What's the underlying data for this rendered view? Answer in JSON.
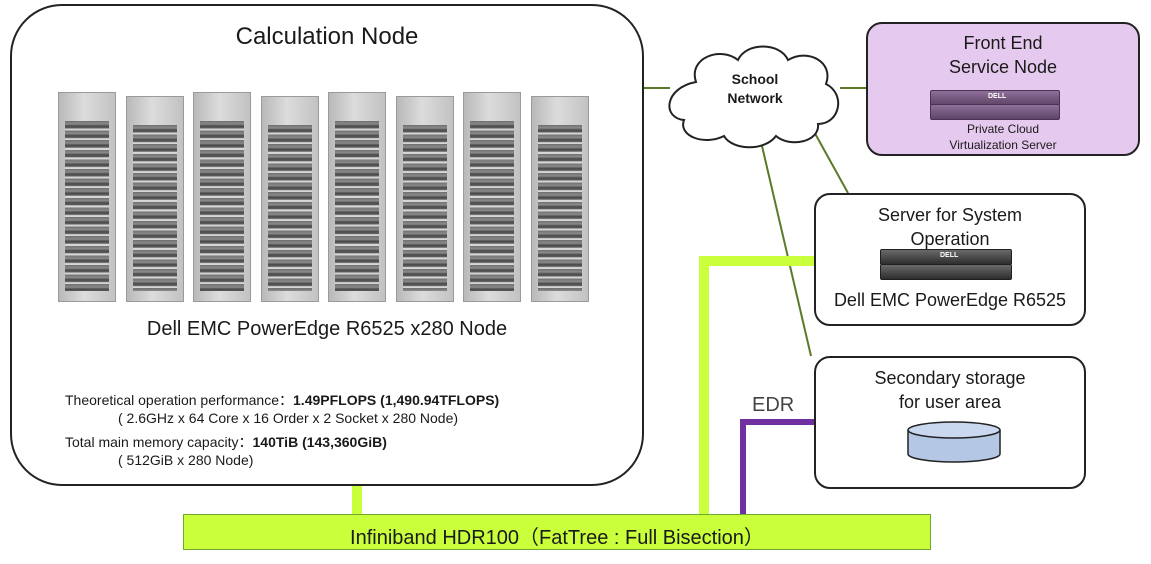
{
  "calculation_node": {
    "title": "Calculation Node",
    "rack_count": 8,
    "model": "Dell EMC PowerEdge R6525 x280 Node",
    "perf_label": "Theoretical operation performance：",
    "perf_value": "1.49PFLOPS (1,490.94TFLOPS)",
    "perf_detail": "( 2.6GHz x 64 Core x 16 Order x 2 Socket x 280 Node)",
    "mem_label": "Total main memory capacity：",
    "mem_value": "140TiB (143,360GiB)",
    "mem_detail": "( 512GiB x 280 Node)"
  },
  "school_network": {
    "line1": "School",
    "line2": "Network"
  },
  "front_end": {
    "title_line1": "Front End",
    "title_line2": "Service Node",
    "sub_line1": "Private Cloud",
    "sub_line2": "Virtualization Server",
    "server_brand": "DELL"
  },
  "system_operation": {
    "title_line1": "Server for System",
    "title_line2": "Operation",
    "model": "Dell EMC PowerEdge R6525",
    "server_brand": "DELL"
  },
  "storage": {
    "title_line1": "Secondary storage",
    "title_line2": "for user area"
  },
  "interconnect": {
    "label": "Infiniband HDR100（FatTree : Full Bisection）",
    "edr_label": "EDR"
  },
  "colors": {
    "infiniband": "#c9ff3b",
    "edr": "#7030a0",
    "network": "#5a7a2a",
    "front_end_fill": "#e6c9ee"
  }
}
